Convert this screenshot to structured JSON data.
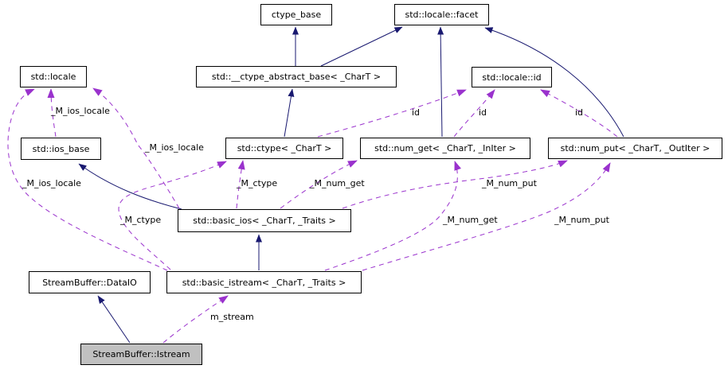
{
  "diagram": {
    "kind": "class-collaboration-diagram",
    "highlighted_node": "StreamBuffer::Istream",
    "colors": {
      "inheritance_edge": "#191970",
      "usage_edge": "#9a32cd",
      "node_fill": "#ffffff",
      "node_border": "#000000",
      "highlight_fill": "#c0c0c0"
    },
    "nodes": [
      {
        "label": "ctype_base"
      },
      {
        "label": "std::locale::facet"
      },
      {
        "label": "std::locale"
      },
      {
        "label": "std::__ctype_abstract_base< _CharT >"
      },
      {
        "label": "std::locale::id"
      },
      {
        "label": "std::ios_base"
      },
      {
        "label": "std::ctype< _CharT >"
      },
      {
        "label": "std::num_get< _CharT, _InIter >"
      },
      {
        "label": "std::num_put< _CharT, _OutIter >"
      },
      {
        "label": "std::basic_ios< _CharT, _Traits >"
      },
      {
        "label": "StreamBuffer::DataIO"
      },
      {
        "label": "std::basic_istream< _CharT, _Traits >"
      },
      {
        "label": "StreamBuffer::Istream"
      }
    ],
    "edges": {
      "inheritance": [
        {
          "from": "std::__ctype_abstract_base< _CharT >",
          "to": "ctype_base"
        },
        {
          "from": "std::__ctype_abstract_base< _CharT >",
          "to": "std::locale::facet"
        },
        {
          "from": "std::num_get< _CharT, _InIter >",
          "to": "std::locale::facet"
        },
        {
          "from": "std::num_put< _CharT, _OutIter >",
          "to": "std::locale::facet"
        },
        {
          "from": "std::ctype< _CharT >",
          "to": "std::__ctype_abstract_base< _CharT >"
        },
        {
          "from": "std::basic_ios< _CharT, _Traits >",
          "to": "std::ios_base"
        },
        {
          "from": "std::basic_istream< _CharT, _Traits >",
          "to": "std::basic_ios< _CharT, _Traits >"
        },
        {
          "from": "StreamBuffer::Istream",
          "to": "StreamBuffer::DataIO"
        }
      ],
      "usage": [
        {
          "from": "std::ios_base",
          "to": "std::locale",
          "label": "_M_ios_locale"
        },
        {
          "from": "std::basic_ios< _CharT, _Traits >",
          "to": "std::locale",
          "label": "_M_ios_locale"
        },
        {
          "from": "std::basic_istream< _CharT, _Traits >",
          "to": "std::locale",
          "label": "_M_ios_locale"
        },
        {
          "from": "std::ctype< _CharT >",
          "to": "std::locale::id",
          "label": "id"
        },
        {
          "from": "std::num_get< _CharT, _InIter >",
          "to": "std::locale::id",
          "label": "id"
        },
        {
          "from": "std::num_put< _CharT, _OutIter >",
          "to": "std::locale::id",
          "label": "id"
        },
        {
          "from": "std::basic_ios< _CharT, _Traits >",
          "to": "std::ctype< _CharT >",
          "label": "_M_ctype"
        },
        {
          "from": "std::basic_istream< _CharT, _Traits >",
          "to": "std::ctype< _CharT >",
          "label": "_M_ctype"
        },
        {
          "from": "std::basic_ios< _CharT, _Traits >",
          "to": "std::num_get< _CharT, _InIter >",
          "label": "_M_num_get"
        },
        {
          "from": "std::basic_istream< _CharT, _Traits >",
          "to": "std::num_get< _CharT, _InIter >",
          "label": "_M_num_get"
        },
        {
          "from": "std::basic_ios< _CharT, _Traits >",
          "to": "std::num_put< _CharT, _OutIter >",
          "label": "_M_num_put"
        },
        {
          "from": "std::basic_istream< _CharT, _Traits >",
          "to": "std::num_put< _CharT, _OutIter >",
          "label": "_M_num_put"
        },
        {
          "from": "StreamBuffer::Istream",
          "to": "std::basic_istream< _CharT, _Traits >",
          "label": "m_stream"
        }
      ]
    }
  }
}
